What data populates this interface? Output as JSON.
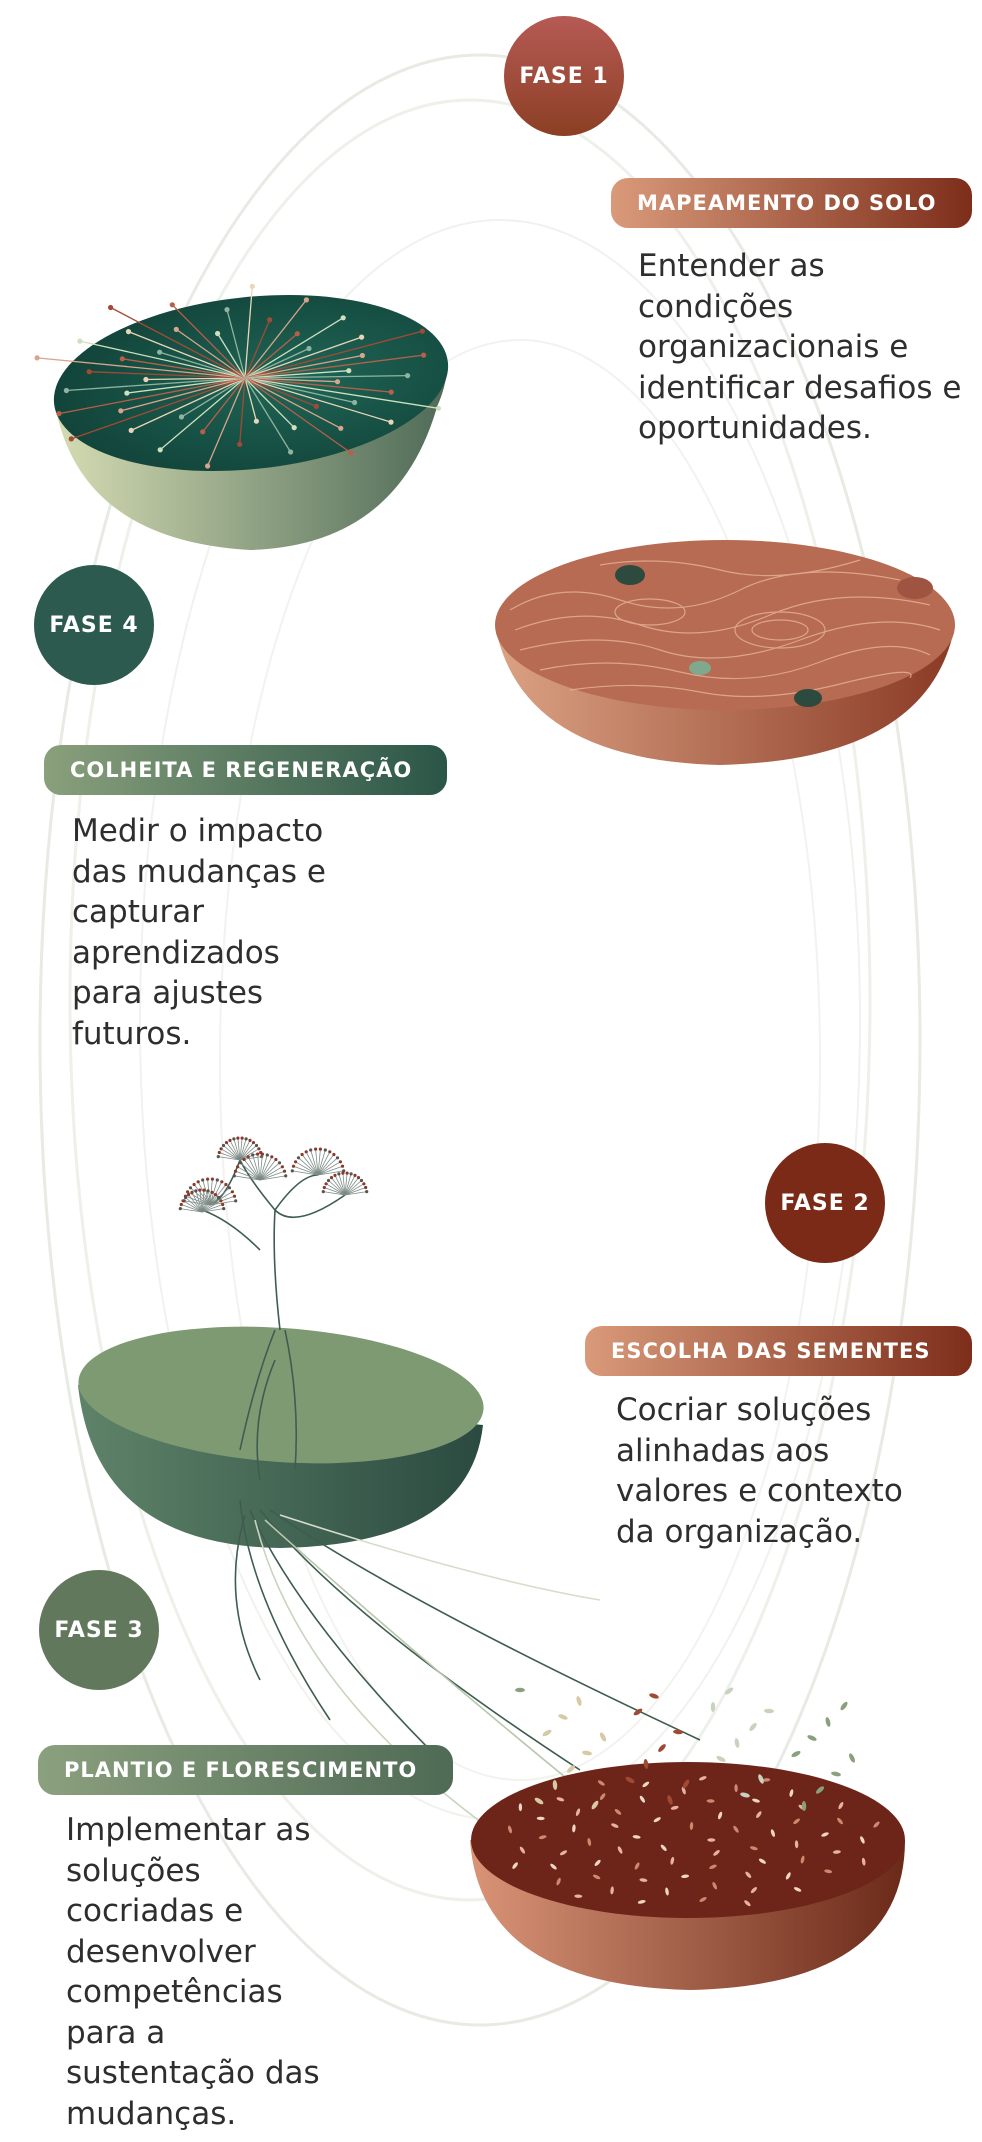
{
  "colors": {
    "fase1": "#a7543f",
    "fase2": "#7a2a16",
    "fase3": "#62785c",
    "fase4": "#2d5a4e",
    "text": "#2e2e2e",
    "orbit": "#e8ebe4"
  },
  "phases": [
    {
      "badge": "FASE 1",
      "title": "MAPEAMENTO DO SOLO",
      "description": "Entender as condições organizacionais e identificar desafios e oportunidades.",
      "icon": "topographic-soil-bowl-icon"
    },
    {
      "badge": "FASE 2",
      "title": "ESCOLHA DAS SEMENTES",
      "description": "Cocriar soluções alinhadas aos valores e contexto da organização.",
      "icon": "seeds-soil-bowl-icon"
    },
    {
      "badge": "FASE 3",
      "title": "PLANTIO E FLORESCIMENTO",
      "description": "Implementar as soluções cocriadas e desenvolver competências para a sustentação das mudanças.",
      "icon": "flowering-plant-bowl-icon"
    },
    {
      "badge": "FASE 4",
      "title": "COLHEITA E REGENERAÇÃO",
      "description": "Medir o impacto das mudanças e capturar aprendizados para ajustes futuros.",
      "icon": "radiating-seeds-bowl-icon"
    }
  ]
}
